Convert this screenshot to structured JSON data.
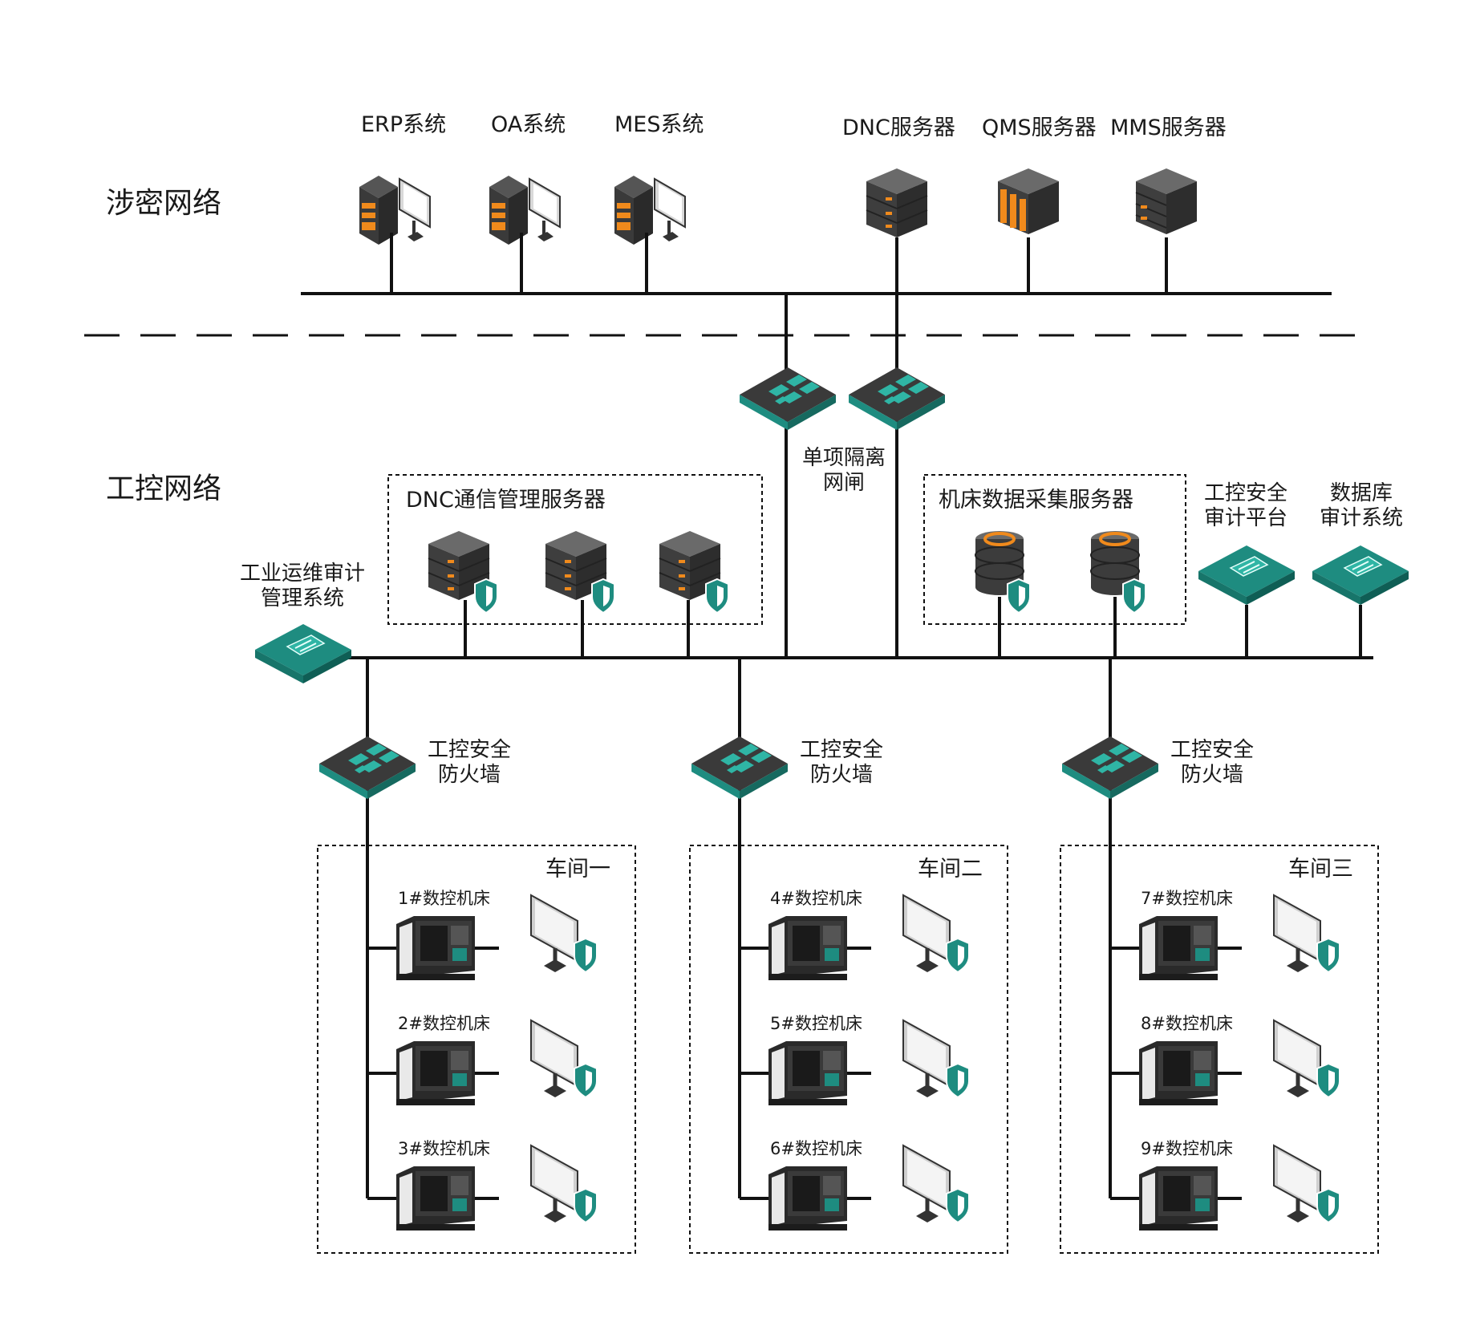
{
  "zones": {
    "classified": "涉密网络",
    "industrial": "工控网络"
  },
  "top_systems": [
    "ERP系统",
    "OA系统",
    "MES系统"
  ],
  "top_servers": [
    "DNC服务器",
    "QMS服务器",
    "MMS服务器"
  ],
  "gateway": {
    "line1": "单项隔离",
    "line2": "网闸"
  },
  "dnc_group": {
    "title": "DNC通信管理服务器"
  },
  "collect_group": {
    "title": "机床数据采集服务器"
  },
  "audit_platform": {
    "line1": "工控安全",
    "line2": "审计平台"
  },
  "db_audit": {
    "line1": "数据库",
    "line2": "审计系统"
  },
  "ops_audit": {
    "line1": "工业运维审计",
    "line2": "管理系统"
  },
  "firewall": {
    "line1": "工控安全",
    "line2": "防火墙"
  },
  "workshops": [
    {
      "name": "车间一",
      "machines": [
        "1#数控机床",
        "2#数控机床",
        "3#数控机床"
      ]
    },
    {
      "name": "车间二",
      "machines": [
        "4#数控机床",
        "5#数控机床",
        "6#数控机床"
      ]
    },
    {
      "name": "车间三",
      "machines": [
        "7#数控机床",
        "8#数控机床",
        "9#数控机床"
      ]
    }
  ],
  "colors": {
    "teal": "#1e8c80",
    "teal_light": "#2fb5a5",
    "dark_device": "#3c3c3c",
    "orange": "#f08a1c",
    "line": "#111111"
  }
}
